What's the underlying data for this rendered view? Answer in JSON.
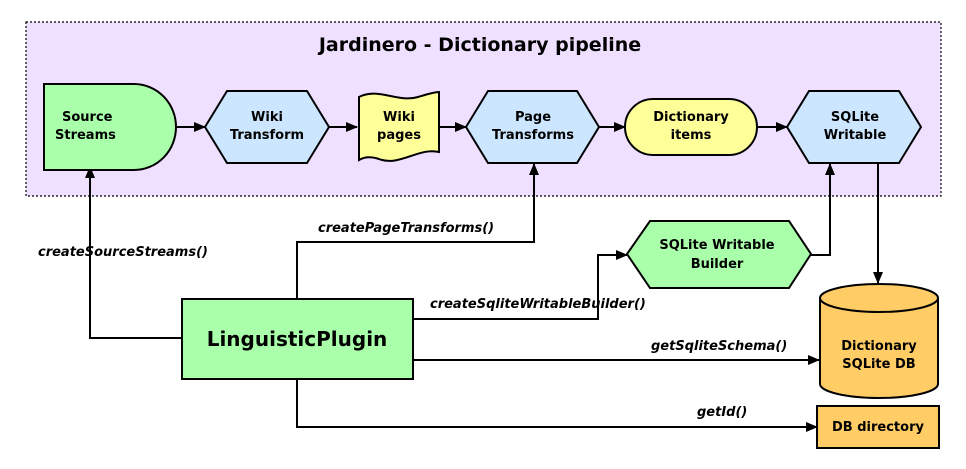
{
  "title": "Jardinero - Dictionary pipeline",
  "colors": {
    "pipeline_bg": "#f0e0ff",
    "green": "#aaffaa",
    "blue": "#cce6ff",
    "yellow": "#ffff99",
    "orange": "#ffcc66"
  },
  "nodes": {
    "source_streams": [
      "Source",
      "Streams"
    ],
    "wiki_transform": [
      "Wiki",
      "Transform"
    ],
    "wiki_pages": [
      "Wiki",
      "pages"
    ],
    "page_transforms": [
      "Page",
      "Transforms"
    ],
    "dictionary_items": [
      "Dictionary",
      "items"
    ],
    "sqlite_writable": [
      "SQLite",
      "Writable"
    ],
    "sqlite_writable_builder": [
      "SQLite Writable",
      "Builder"
    ],
    "linguistic_plugin": "LinguisticPlugin",
    "dictionary_db": [
      "Dictionary",
      "SQLite DB"
    ],
    "db_directory": "DB directory"
  },
  "edges": {
    "create_source_streams": "createSourceStreams()",
    "create_page_transforms": "createPageTransforms()",
    "create_sqlite_writable_builder": "createSqliteWritableBuilder()",
    "get_sqlite_schema": "getSqliteSchema()",
    "get_id": "getId()"
  }
}
